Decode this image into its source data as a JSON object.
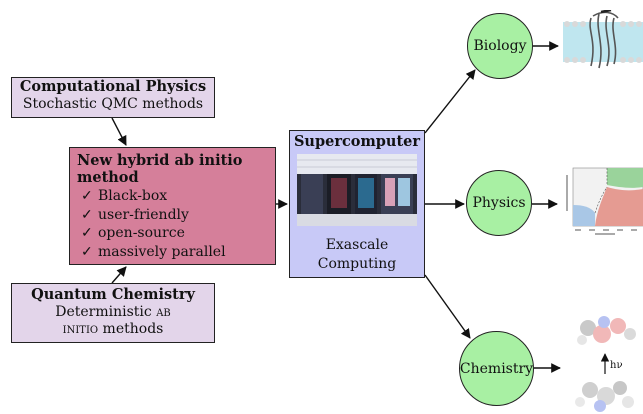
{
  "computational_physics": {
    "title": "Computational Physics",
    "subtitle": "Stochastic QMC methods"
  },
  "quantum_chemistry": {
    "title": "Quantum Chemistry",
    "line1_prefix": "Deterministic ",
    "line1_sc": "ab",
    "line2_sc": "initio",
    "line2_suffix": " methods"
  },
  "hybrid_method": {
    "title_line1": "New hybrid ab initio",
    "title_line2": "method",
    "check_glyph": "✓",
    "features": [
      "Black-box",
      "user-friendly",
      "open-source",
      "massively parallel"
    ]
  },
  "supercomputer": {
    "title": "Supercomputer",
    "caption_line1": "Exascale",
    "caption_line2": "Computing"
  },
  "fields": {
    "biology": "Biology",
    "physics": "Physics",
    "chemistry": "Chemistry"
  },
  "chemistry_figure": {
    "label": "hν"
  },
  "colors": {
    "physics_box": "#e3d5ea",
    "hybrid_box": "#d57f9a",
    "supercomputer_box": "#c8c9f7",
    "field_circle": "#a8f0a3"
  }
}
